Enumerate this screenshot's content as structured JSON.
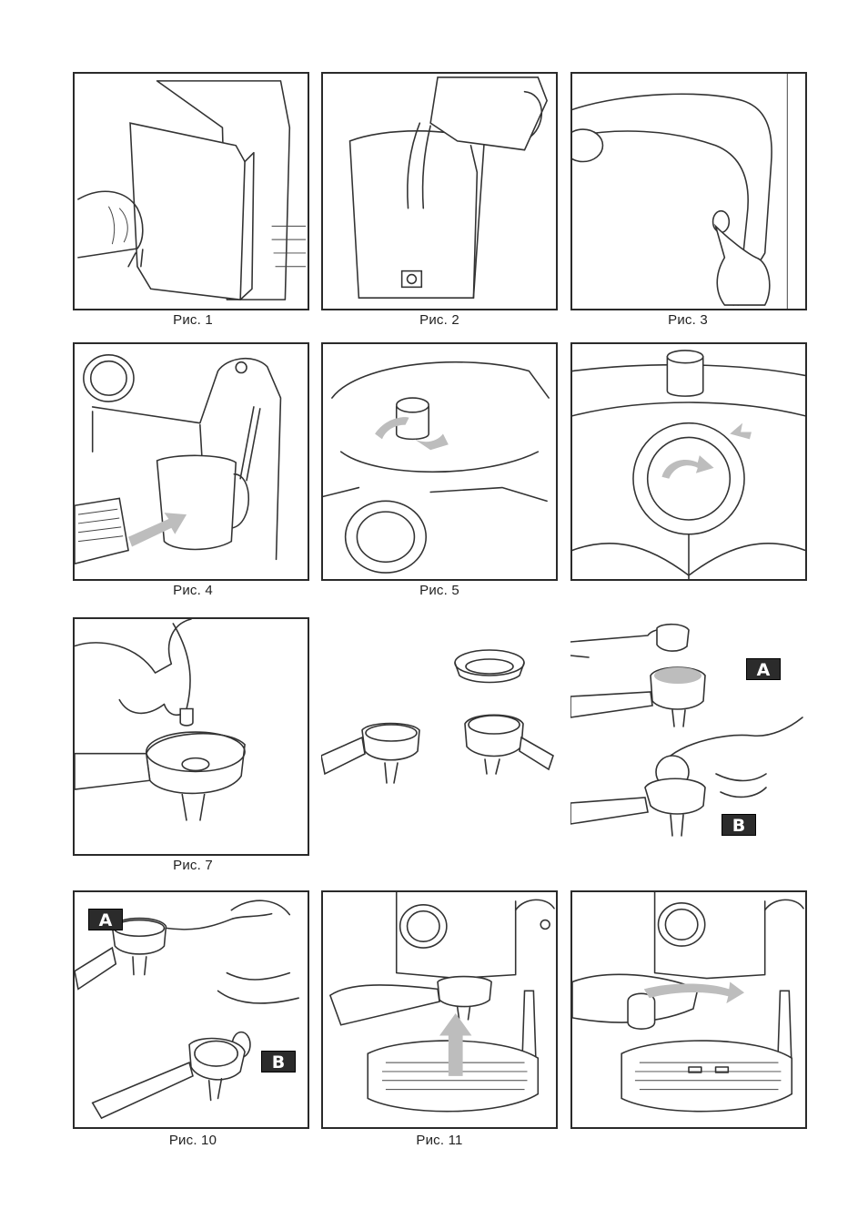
{
  "captions": {
    "fig1": "Рис. 1",
    "fig2": "Рис. 2",
    "fig3": "Рис. 3",
    "fig4": "Рис. 4",
    "fig5": "Рис. 5",
    "fig7": "Рис. 7",
    "fig10": "Рис. 10",
    "fig11": "Рис. 11"
  },
  "badges": {
    "fig9_a": "A",
    "fig9_b": "B",
    "fig10_a": "A",
    "fig10_b": "B"
  }
}
